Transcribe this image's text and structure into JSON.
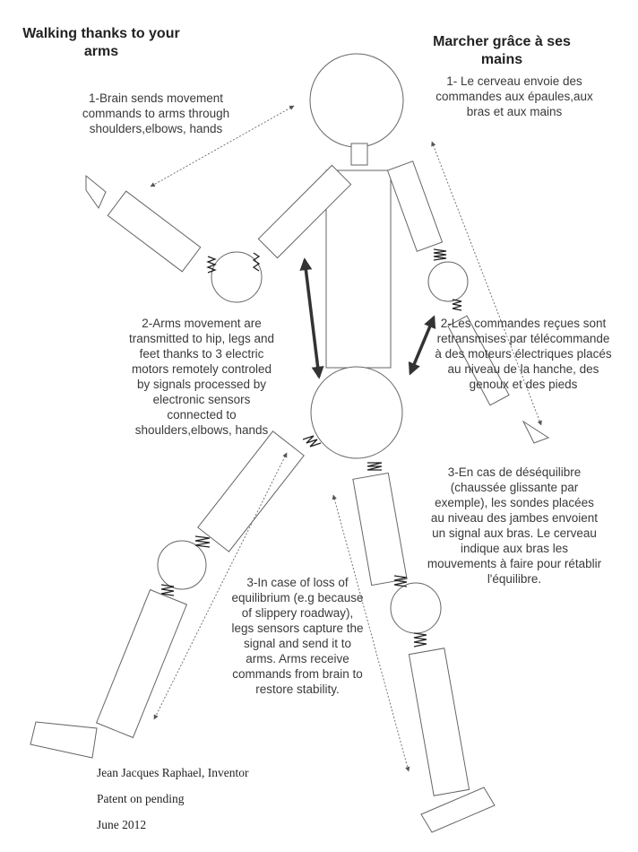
{
  "titles": {
    "english": "Walking thanks to your arms",
    "french": "Marcher grâce à ses mains"
  },
  "notes": {
    "en1": "1-Brain sends movement commands to arms through shoulders,elbows, hands",
    "fr1": "1- Le cerveau envoie des commandes aux épaules,aux bras et aux mains",
    "en2": "2-Arms movement are transmitted to hip, legs and feet thanks to 3 electric motors remotely controled by signals processed by electronic sensors connected to shoulders,elbows, hands",
    "fr2": "2-Les commandes reçues sont retransmises par télécommande à des moteurs électriques placés au niveau de la hanche, des genoux  et des pieds",
    "fr3": "3-En cas de déséquilibre (chaussée glissante par exemple), les sondes placées au niveau des jambes envoient un signal aux bras. Le cerveau indique aux bras les mouvements à faire pour rétablir l'équilibre.",
    "en3": "3-In case of loss of equilibrium (e.g because of slippery roadway), legs sensors capture the signal and send it to arms. Arms receive commands from brain to restore stability."
  },
  "credits": {
    "inventor": "Jean Jacques Raphael, Inventor",
    "patent": "Patent on pending",
    "date": "June 2012"
  }
}
